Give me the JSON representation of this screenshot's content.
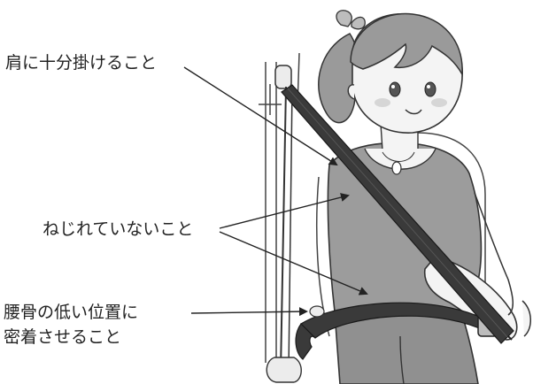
{
  "callouts": {
    "shoulder": "肩に十分掛けること",
    "twist": "ねじれていないこと",
    "hip_line1": "腰骨の低い位置に",
    "hip_line2": "密着させること"
  },
  "colors": {
    "belt": "#3a3a3a",
    "shirt": "#9c9c9c",
    "skin": "#f4f4f4",
    "hair": "#9a9a9a",
    "pants": "#909090",
    "line": "#222222"
  }
}
